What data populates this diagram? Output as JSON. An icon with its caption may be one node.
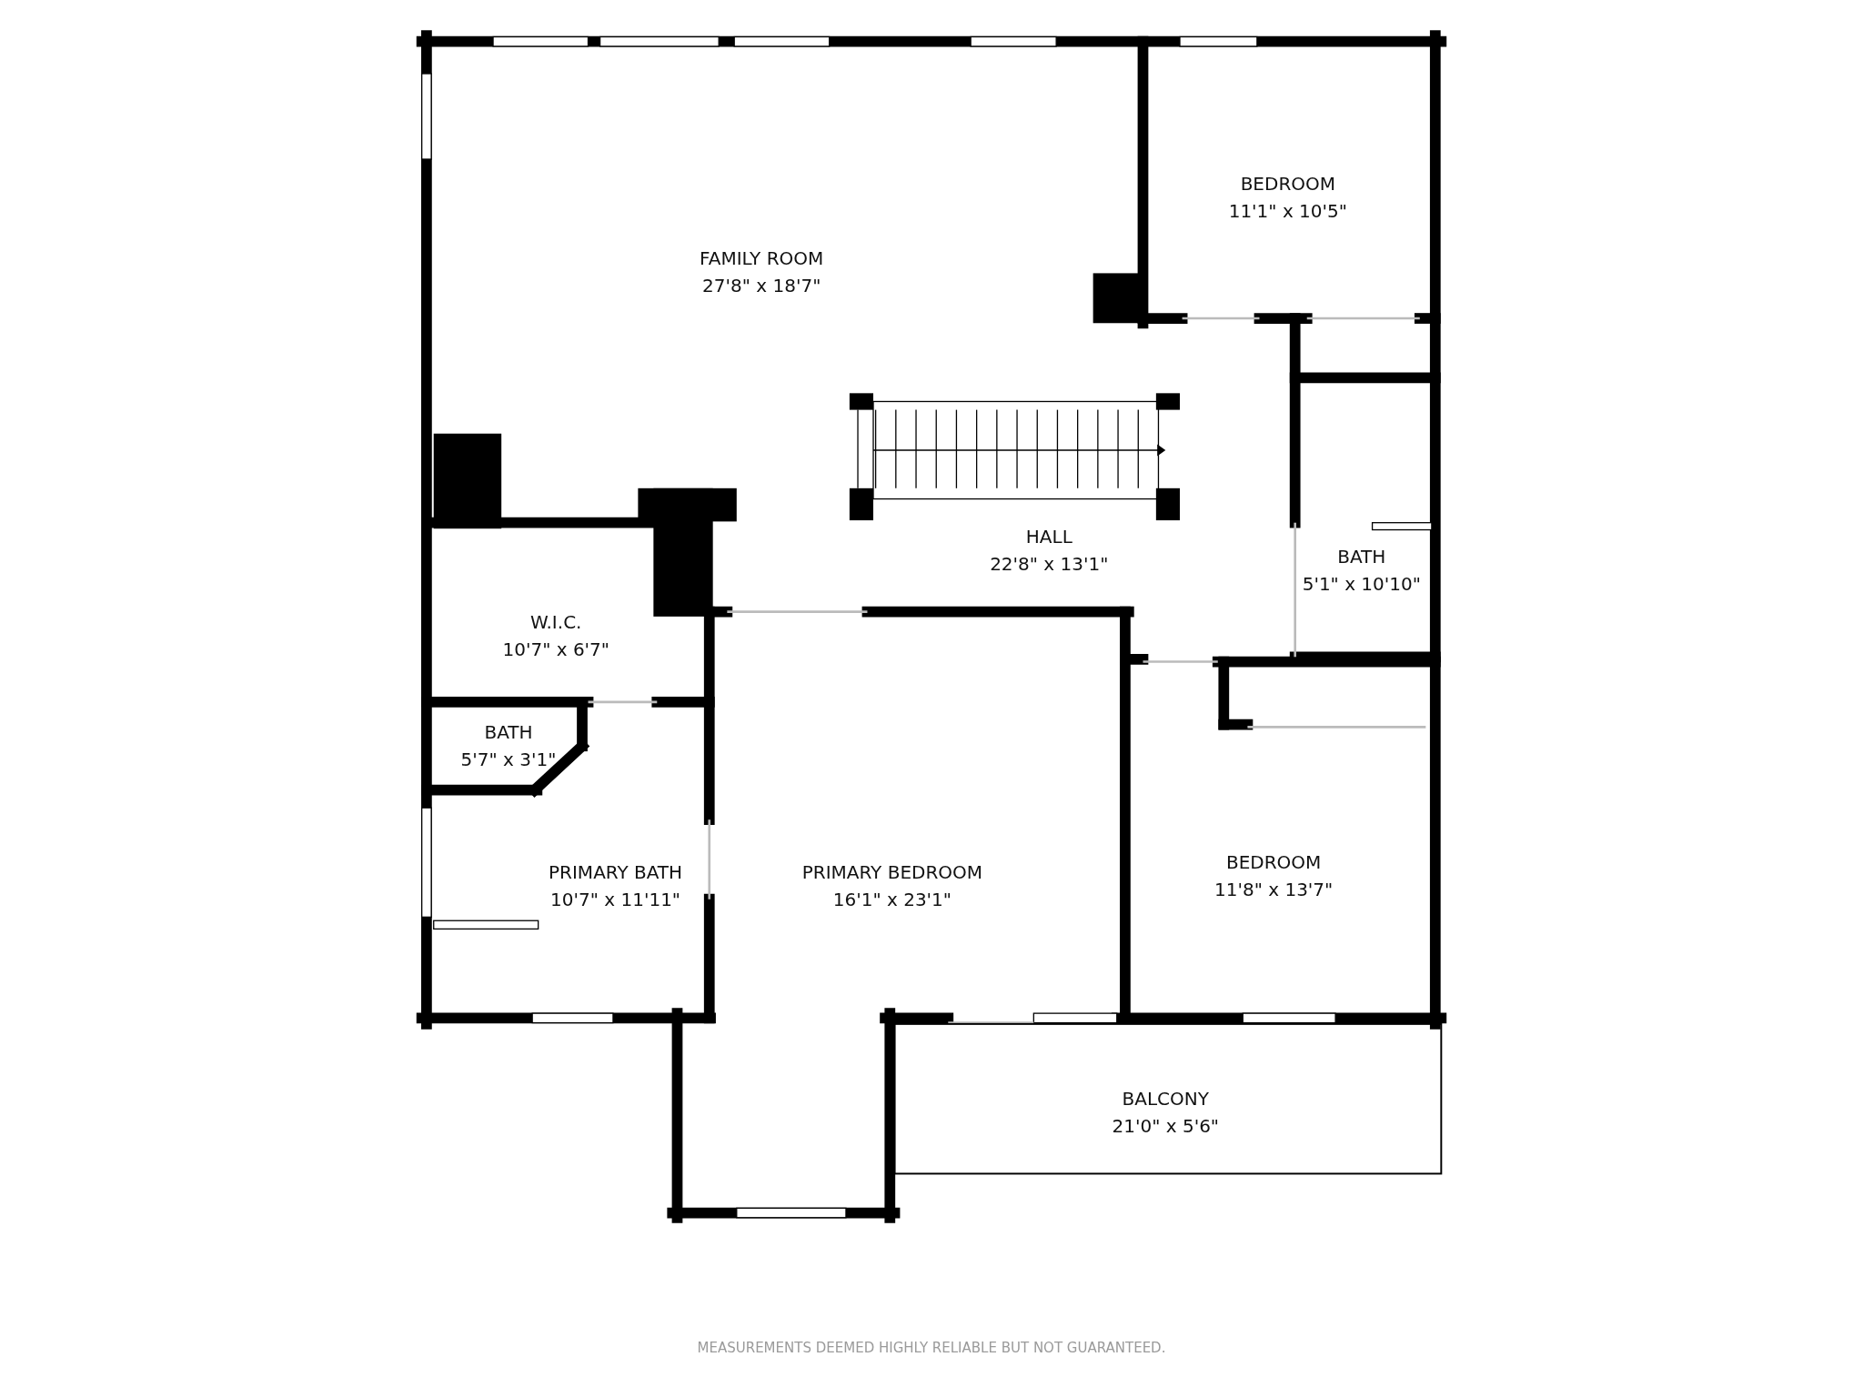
{
  "diagram": {
    "nodes": [
      {
        "text": [
          "FAMILY ROOM",
          "27'8\" x 18'7\""
        ]
      },
      {
        "text": [
          "BEDROOM",
          "11'1\" x 10'5\""
        ]
      },
      {
        "text": [
          "HALL",
          "22'8\" x 13'1\""
        ]
      },
      {
        "text": [
          "BATH",
          "5'1\" x 10'10\""
        ]
      },
      {
        "text": [
          "W.I.C.",
          "10'7\" x 6'7\""
        ]
      },
      {
        "text": [
          "BATH",
          "5'7\" x 3'1\""
        ]
      },
      {
        "text": [
          "PRIMARY BATH",
          "10'7\" x 11'11\""
        ]
      },
      {
        "text": [
          "PRIMARY BEDROOM",
          "16'1\" x 23'1\""
        ]
      },
      {
        "text": [
          "BEDROOM",
          "11'8\" x 13'7\""
        ]
      },
      {
        "text": [
          "BALCONY",
          "21'0\" x 5'6\""
        ]
      }
    ],
    "labels": [
      "MEASUREMENTS DEEMED HIGHLY RELIABLE BUT NOT GUARANTEED."
    ]
  }
}
